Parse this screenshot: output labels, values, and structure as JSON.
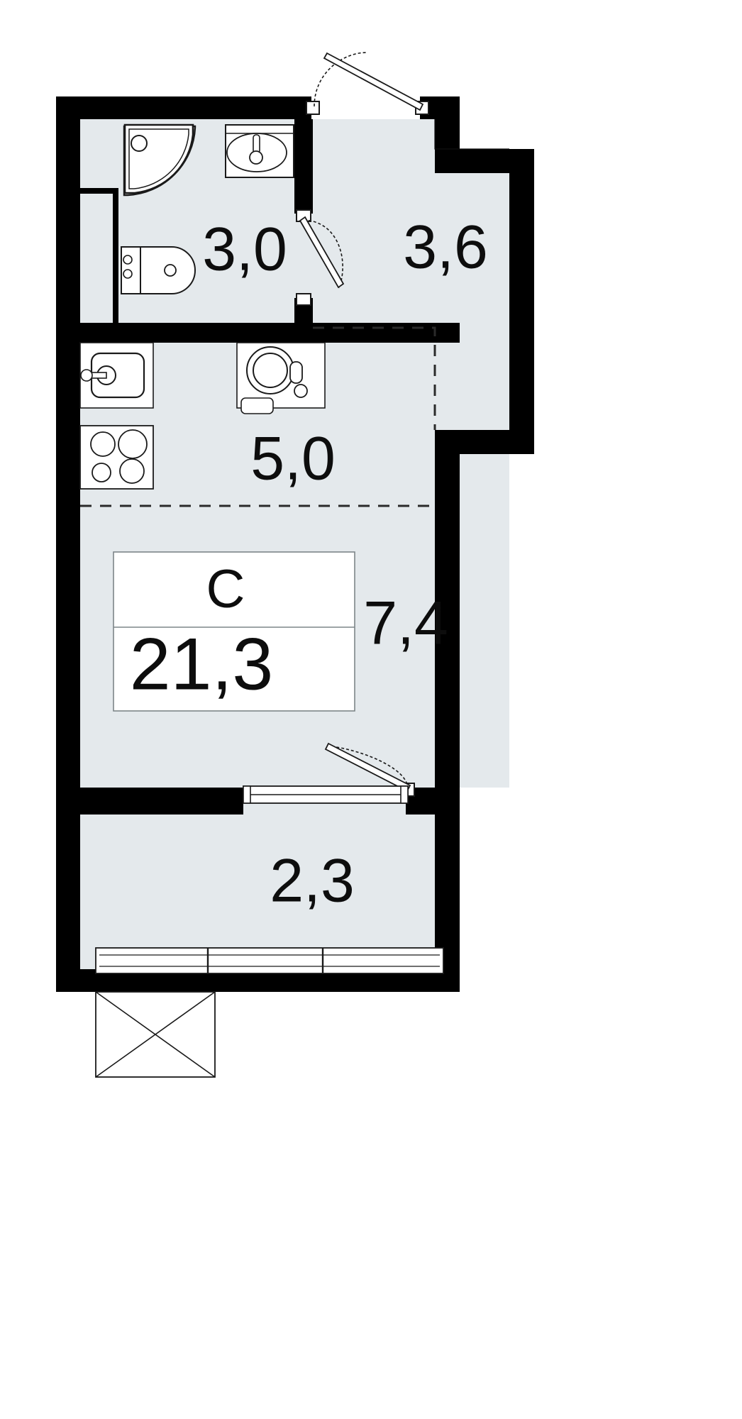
{
  "plan": {
    "title": "Studio apartment floor plan",
    "colors": {
      "wall": "#000000",
      "floor": "#e4e9ec",
      "fixture_stroke": "#1a1a1a",
      "fixture_fill": "#ffffff",
      "label_text": "#0d0d0d",
      "partition_dash": "#3a3a3a",
      "page_background": "#ffffff"
    },
    "apartment_type": "С",
    "total_area": "21,3",
    "rooms": [
      {
        "id": "bathroom",
        "label": "3,0",
        "name": "bathroom-area-label"
      },
      {
        "id": "hall",
        "label": "3,6",
        "name": "hall-area-label"
      },
      {
        "id": "kitchen",
        "label": "5,0",
        "name": "kitchen-area-label"
      },
      {
        "id": "living",
        "label": "7,4",
        "name": "living-area-label"
      },
      {
        "id": "balcony",
        "label": "2,3",
        "name": "balcony-area-label"
      }
    ],
    "fixtures": [
      {
        "id": "shower",
        "label": "corner-shower-tray"
      },
      {
        "id": "washbasin",
        "label": "bathroom-washbasin"
      },
      {
        "id": "toilet",
        "label": "toilet"
      },
      {
        "id": "kitchen-sink",
        "label": "kitchen-sink"
      },
      {
        "id": "washing-machine",
        "label": "washing-machine"
      },
      {
        "id": "cooktop",
        "label": "four-burner-cooktop"
      }
    ],
    "openings": [
      {
        "id": "entrance-door",
        "label": "entrance-door-swing"
      },
      {
        "id": "bathroom-door",
        "label": "bathroom-door-swing"
      },
      {
        "id": "balcony-door",
        "label": "balcony-door-swing"
      },
      {
        "id": "balcony-window",
        "label": "balcony-glazing"
      },
      {
        "id": "living-window",
        "label": "living-room-window"
      }
    ]
  }
}
